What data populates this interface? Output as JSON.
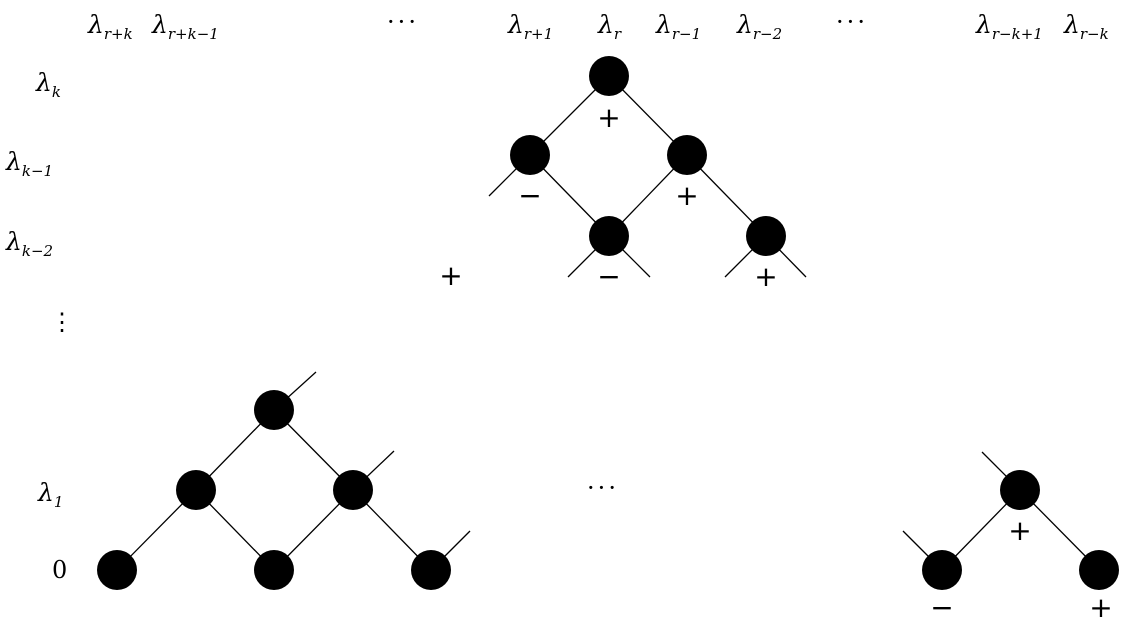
{
  "symbol": "λ",
  "column_labels": [
    {
      "id": "r_plus_k",
      "sub": "r+k"
    },
    {
      "id": "r_plus_k_minus_1",
      "sub": "r+k−1"
    },
    {
      "id": "r_plus_1",
      "sub": "r+1"
    },
    {
      "id": "r",
      "sub": "r"
    },
    {
      "id": "r_minus_1",
      "sub": "r−1"
    },
    {
      "id": "r_minus_2",
      "sub": "r−2"
    },
    {
      "id": "r_minus_k_plus_1",
      "sub": "r−k+1"
    },
    {
      "id": "r_minus_k",
      "sub": "r−k"
    }
  ],
  "row_labels": [
    {
      "id": "k",
      "sub": "k"
    },
    {
      "id": "k_minus_1",
      "sub": "k−1"
    },
    {
      "id": "k_minus_2",
      "sub": "k−2"
    },
    {
      "id": "1",
      "sub": "1"
    }
  ],
  "zero_label": "0",
  "ellipsis": "···",
  "vertical_ellipsis": "⋮",
  "plus": "+",
  "minus": "−"
}
